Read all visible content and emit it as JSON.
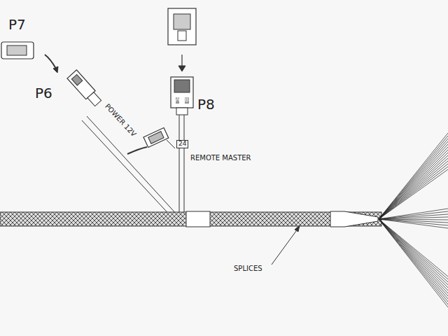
{
  "diagram": {
    "labels": [
      "P7",
      "P6",
      "P8",
      "B",
      "A",
      "POWER 12V",
      "24",
      "REMOTE MASTER",
      "SPLICES"
    ]
  }
}
